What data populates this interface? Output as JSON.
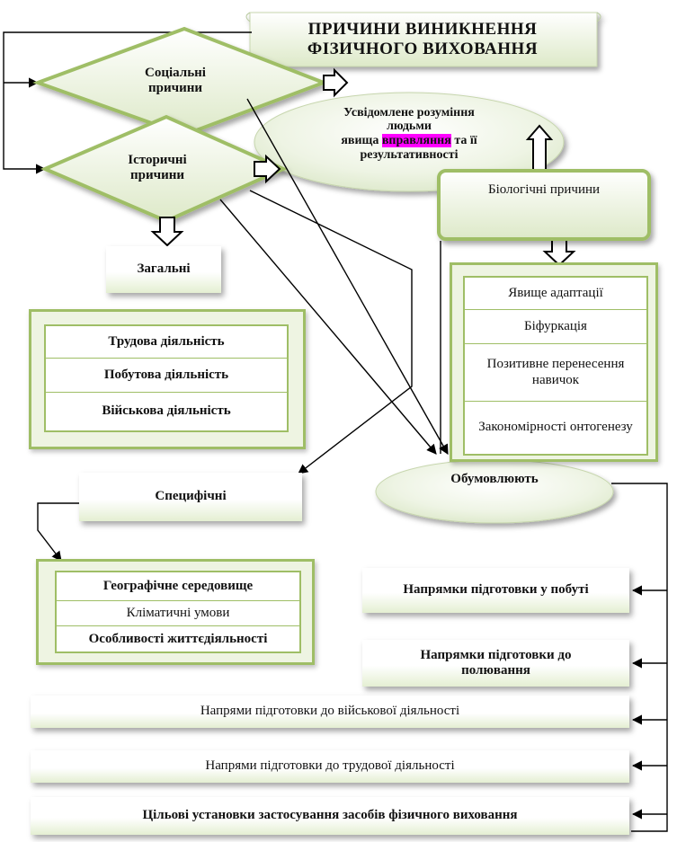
{
  "title": {
    "line1": "ПРИЧИНИ ВИНИКНЕННЯ",
    "line2": "ФІЗИЧНОГО ВИХОВАННЯ"
  },
  "social": "Соціальні причини",
  "historical": "Історичні причини",
  "awareness": {
    "line1": "Усвідомлене розуміння",
    "line2": "людьми",
    "line3_before": "явища ",
    "line3_highlight": "вправляння",
    "line3_after": " та її",
    "line4": "результативності"
  },
  "biological": "Біологічні причини",
  "general": "Загальні",
  "general_items": [
    "Трудова діяльність",
    "Побутова діяльність",
    "Військова діяльність"
  ],
  "biological_items": [
    "Явище адаптації",
    "Біфуркація",
    "Позитивне перенесення навичок",
    "Закономірності онтогенезу"
  ],
  "specific": "Специфічні",
  "specific_items": [
    "Географічне середовище",
    "Кліматичні умови",
    "Особливості життєдіяльності"
  ],
  "condition": "Обумовлюють",
  "outcomes": [
    "Напрямки підготовки у побуті",
    "Напрямки підготовки до полювання",
    "Напрями підготовки до військової діяльності",
    "Напрями підготовки до трудової діяльності",
    "Цільові установки застосування засобів фізичного виховання"
  ],
  "colors": {
    "frame_green": "#9fbe66",
    "box_fill_bottom": "#e4efd2",
    "highlight": "#ff00ff"
  }
}
